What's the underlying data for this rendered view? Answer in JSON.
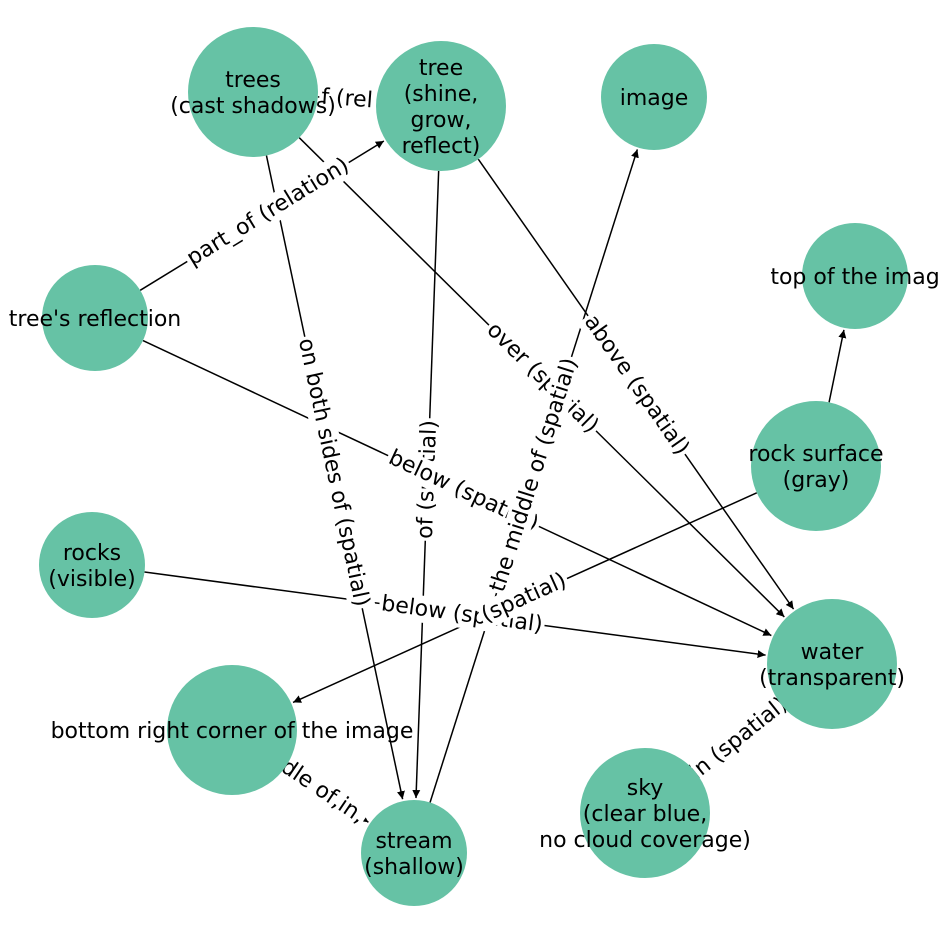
{
  "nodes": [
    {
      "id": "trees",
      "lines": [
        "trees",
        "(cast shadows)"
      ]
    },
    {
      "id": "tree",
      "lines": [
        "tree",
        "(shine,",
        "grow,",
        "reflect)"
      ]
    },
    {
      "id": "image",
      "lines": [
        "image"
      ]
    },
    {
      "id": "top",
      "lines": [
        "top of the imag"
      ]
    },
    {
      "id": "reflection",
      "lines": [
        "tree's reflection"
      ]
    },
    {
      "id": "rock",
      "lines": [
        "rock surface",
        "(gray)"
      ]
    },
    {
      "id": "rocks",
      "lines": [
        "rocks",
        "(visible)"
      ]
    },
    {
      "id": "water",
      "lines": [
        "water",
        "(transparent)"
      ]
    },
    {
      "id": "corner",
      "lines": [
        "bottom right corner of the image"
      ]
    },
    {
      "id": "sky",
      "lines": [
        "sky",
        "(clear blue,",
        "no cloud coverage)"
      ]
    },
    {
      "id": "stream",
      "lines": [
        "stream",
        "(shallow)"
      ]
    }
  ],
  "edges": [
    {
      "from": "reflection",
      "to": "tree",
      "label": "part_of (relation)"
    },
    {
      "from": "trees",
      "to": "tree",
      "label": "f (rel",
      "arrow": false
    },
    {
      "from": "trees",
      "to": "stream",
      "label": "on both sides of (spatial)"
    },
    {
      "from": "trees",
      "to": "water",
      "label": "over (spatial)"
    },
    {
      "from": "tree",
      "to": "stream",
      "label": "of (spatial)"
    },
    {
      "from": "tree",
      "to": "water",
      "label": "above (spatial)"
    },
    {
      "from": "reflection",
      "to": "water",
      "label": "below (spatial)"
    },
    {
      "from": "rocks",
      "to": "water",
      "label": "below (spatial)"
    },
    {
      "from": "stream",
      "to": "image",
      "label": "the middle of (spatial)"
    },
    {
      "from": "rock",
      "to": "top",
      "label": ""
    },
    {
      "from": "rock",
      "to": "corner",
      "label": "(spatial)"
    },
    {
      "from": "sky",
      "to": "water",
      "label": "in (spatial)"
    },
    {
      "from": "corner",
      "to": "stream",
      "label": "dle of,in,"
    }
  ]
}
